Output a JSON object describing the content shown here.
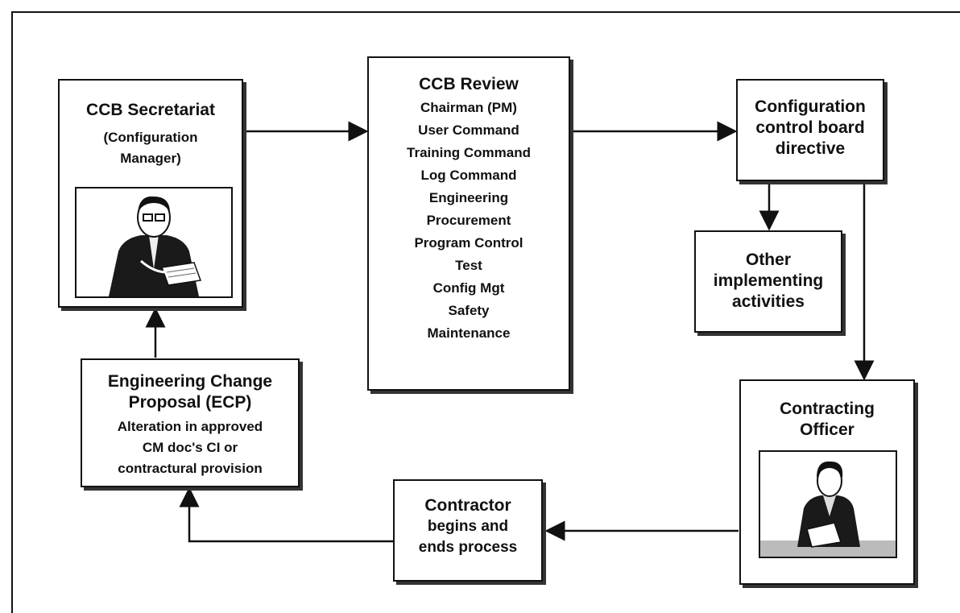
{
  "secretariat": {
    "title": "CCB Secretariat",
    "sub1": "(Configuration",
    "sub2": "Manager)"
  },
  "review": {
    "title": "CCB Review",
    "members": [
      "Chairman (PM)",
      "User Command",
      "Training Command",
      "Log Command",
      "Engineering",
      "Procurement",
      "Program Control",
      "Test",
      "Config Mgt",
      "Safety",
      "Maintenance"
    ]
  },
  "directive": {
    "line1": "Configuration",
    "line2": "control board",
    "line3": "directive"
  },
  "other": {
    "line1": "Other",
    "line2": "implementing",
    "line3": "activities"
  },
  "contracting": {
    "line1": "Contracting",
    "line2": "Officer"
  },
  "contractor": {
    "line1": "Contractor",
    "line2": "begins and",
    "line3": "ends process"
  },
  "ecp": {
    "line1": "Engineering Change",
    "line2": "Proposal (ECP)",
    "line3": "Alteration in approved",
    "line4": "CM doc's CI or",
    "line5": "contractural provision"
  }
}
